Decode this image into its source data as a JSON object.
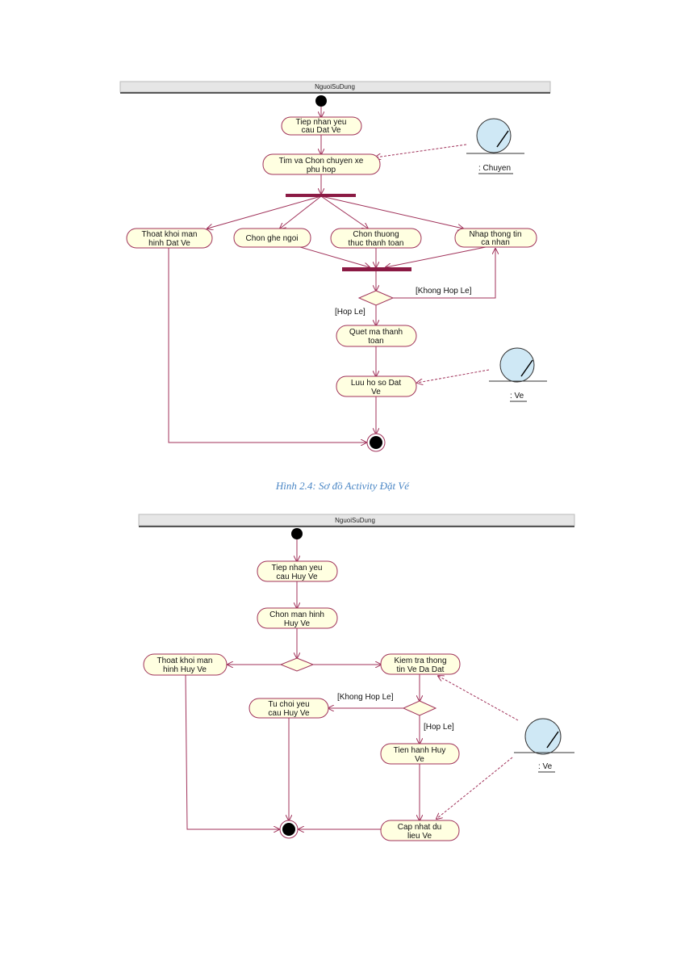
{
  "diagram1": {
    "lane": "NguoiSuDung",
    "nodes": {
      "tiep_nhan": [
        "Tiep nhan yeu",
        "cau Dat Ve"
      ],
      "tim_chon": [
        "Tim va Chon chuyen xe",
        "phu hop"
      ],
      "thoat": [
        "Thoat khoi man",
        "hinh Dat Ve"
      ],
      "chon_ghe": [
        "Chon ghe ngoi"
      ],
      "chon_tt": [
        "Chon thuong",
        "thuc thanh toan"
      ],
      "nhap_tt": [
        "Nhap thong tin",
        "ca nhan"
      ],
      "quet_ma": [
        "Quet ma thanh",
        "toan"
      ],
      "luu_hs": [
        "Luu ho so Dat",
        "Ve"
      ]
    },
    "guards": {
      "invalid": "[Khong Hop Le]",
      "valid": "[Hop Le]"
    },
    "objects": {
      "chuyen": ": Chuyen",
      "ve": ": Ve"
    }
  },
  "caption": "Hình 2.4: Sơ đồ Activity Đặt Vé",
  "diagram2": {
    "lane": "NguoiSuDung",
    "nodes": {
      "tiep_nhan": [
        "Tiep nhan yeu",
        "cau Huy Ve"
      ],
      "chon_man": [
        "Chon man hinh",
        "Huy Ve"
      ],
      "thoat": [
        "Thoat khoi man",
        "hinh Huy Ve"
      ],
      "kiem_tra": [
        "Kiem tra thong",
        "tin Ve Da Dat"
      ],
      "tu_choi": [
        "Tu choi yeu",
        "cau Huy Ve"
      ],
      "tien_hanh": [
        "Tien hanh Huy",
        "Ve"
      ],
      "cap_nhat": [
        "Cap nhat du",
        "lieu Ve"
      ]
    },
    "guards": {
      "invalid": "[Khong Hop Le]",
      "valid": "[Hop Le]"
    },
    "objects": {
      "ve": ": Ve"
    }
  },
  "colors": {
    "line": "#a0325a",
    "activity_fill": "#ffffe1",
    "bar": "#8b1a44",
    "caption": "#4a86c5",
    "object_fill": "#cfe8f5"
  }
}
